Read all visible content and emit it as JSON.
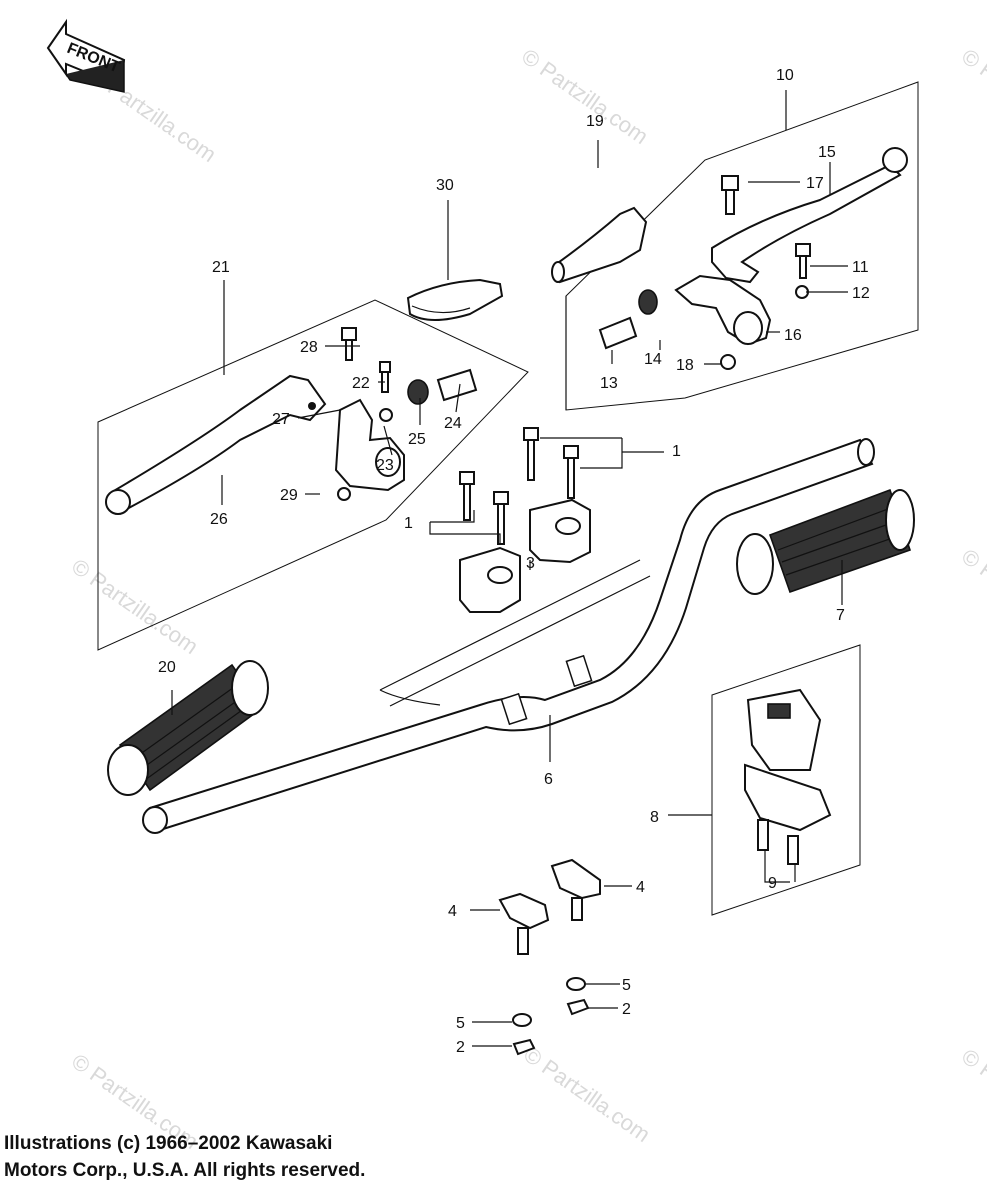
{
  "front_label": "FRONT",
  "watermark_text": "© Partzilla.com",
  "copyright": {
    "line1": "Illustrations (c) 1966–2002 Kawasaki",
    "line2": "Motors Corp., U.S.A.  All rights reserved."
  },
  "callouts": {
    "c1a": "1",
    "c1b": "1",
    "c2a": "2",
    "c2b": "2",
    "c3": "3",
    "c4a": "4",
    "c4b": "4",
    "c5a": "5",
    "c5b": "5",
    "c6": "6",
    "c7": "7",
    "c8": "8",
    "c9": "9",
    "c10": "10",
    "c11": "11",
    "c12": "12",
    "c13": "13",
    "c14": "14",
    "c15": "15",
    "c16": "16",
    "c17": "17",
    "c18": "18",
    "c19": "19",
    "c20": "20",
    "c21": "21",
    "c22": "22",
    "c23": "23",
    "c24": "24",
    "c25": "25",
    "c26": "26",
    "c27": "27",
    "c28": "28",
    "c29": "29",
    "c30": "30"
  }
}
